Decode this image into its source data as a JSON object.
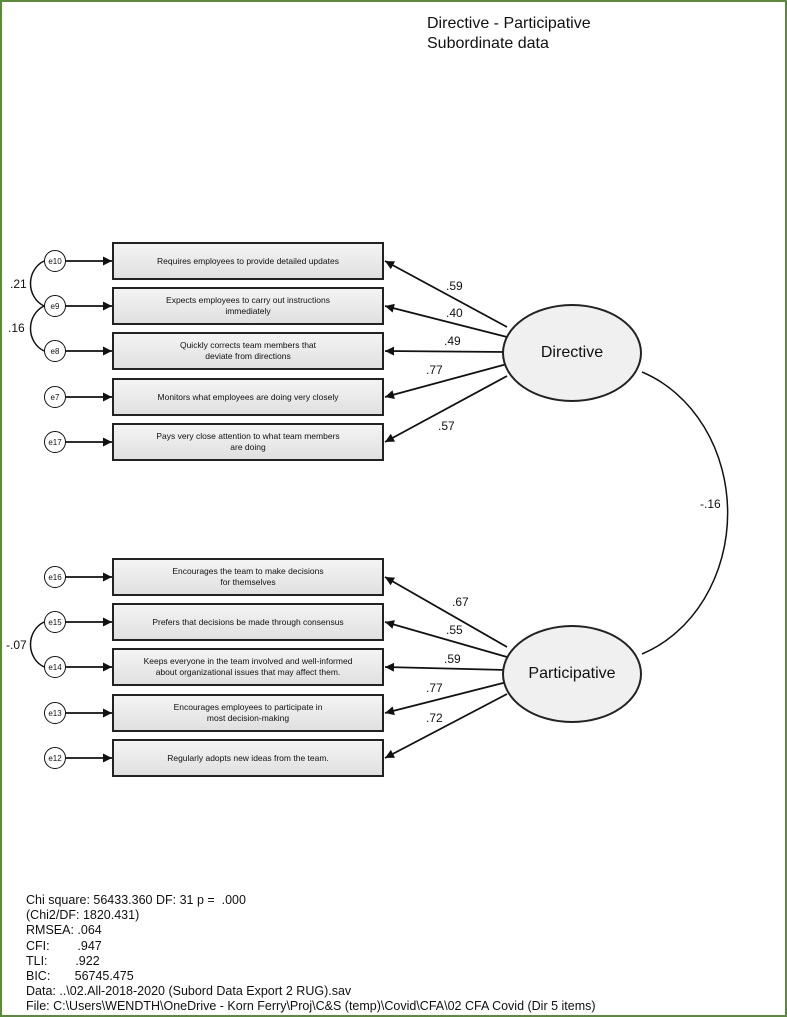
{
  "title": {
    "line1": "Directive - Participative",
    "line2": "Subordinate data"
  },
  "latents": {
    "directive": "Directive",
    "participative": "Participative"
  },
  "items": [
    {
      "error": "e10",
      "text": "Requires employees to provide detailed updates",
      "loading": ".59"
    },
    {
      "error": "e9",
      "text": "Expects employees to carry out instructions\nimmediately",
      "loading": ".40"
    },
    {
      "error": "e8",
      "text": "Quickly corrects team members that\ndeviate from directions",
      "loading": ".49"
    },
    {
      "error": "e7",
      "text": "Monitors what employees are doing very closely",
      "loading": ".77"
    },
    {
      "error": "e17",
      "text": "Pays very close attention to what team members\nare doing",
      "loading": ".57"
    },
    {
      "error": "e16",
      "text": "Encourages the team to make decisions\nfor themselves",
      "loading": ".67"
    },
    {
      "error": "e15",
      "text": "Prefers that decisions be made through consensus",
      "loading": ".55"
    },
    {
      "error": "e14",
      "text": "Keeps everyone in the team involved and well-informed\nabout organizational issues that may affect them.",
      "loading": ".59"
    },
    {
      "error": "e13",
      "text": "Encourages employees to participate in\nmost decision-making",
      "loading": ".77"
    },
    {
      "error": "e12",
      "text": "Regularly adopts new ideas from the team.",
      "loading": ".72"
    }
  ],
  "covariances": {
    "e10_e9": ".21",
    "e9_e8": ".16",
    "e15_e14": "-.07",
    "factors": "-.16"
  },
  "stats": {
    "chi_square": "Chi square: 56433.360 DF: 31 p =  .000",
    "chi2_df": "(Chi2/DF: 1820.431)",
    "rmsea": "RMSEA: .064",
    "cfi": "CFI:        .947",
    "tli": "TLI:        .922",
    "bic": "BIC:       56745.475",
    "data": "Data: ..\\02.All-2018-2020 (Subord Data Export 2 RUG).sav",
    "file": "File: C:\\Users\\WENDTH\\OneDrive - Korn Ferry\\Proj\\C&S (temp)\\Covid\\CFA\\02 CFA Covid (Dir 5 items)"
  }
}
